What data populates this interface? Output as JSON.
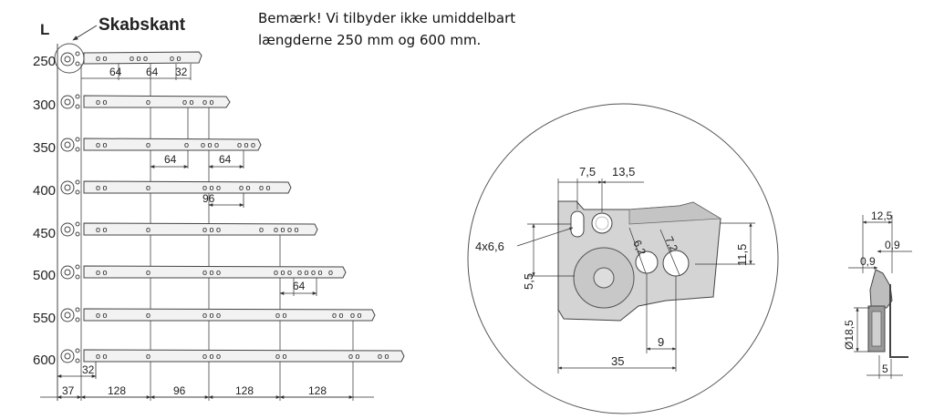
{
  "labels": {
    "side_letter": "L",
    "cabinet_edge": "Skabskant",
    "note_line1": "Bemærk! Vi tilbyder ikke umiddelbart",
    "note_line2": "længderne 250 mm og 600 mm."
  },
  "rails": {
    "lengths": [
      "250",
      "300",
      "350",
      "400",
      "450",
      "500",
      "550",
      "600"
    ],
    "row_dims": {
      "r250": [
        "64",
        "64",
        "32"
      ],
      "r350": [
        "64",
        "64"
      ],
      "r400": [
        "96"
      ],
      "r500": [
        "64"
      ]
    },
    "offset_dim": "32",
    "bottom_dims": [
      "37",
      "128",
      "96",
      "128",
      "128"
    ]
  },
  "detail": {
    "dim_75": "7,5",
    "dim_135": "13,5",
    "dim_4x66": "4x6,6",
    "dim_62": "6,2",
    "dim_72": "7,2",
    "dim_115": "11,5",
    "dim_55": "5,5",
    "dim_9": "9",
    "dim_35": "35"
  },
  "profile": {
    "dim_125": "12,5",
    "dim_09a": "0,9",
    "dim_09b": "0,9",
    "dim_185": "Ø18,5",
    "dim_5": "5"
  },
  "colors": {
    "rail_fill": "#f2f2f2",
    "rail_stroke": "#444444",
    "line": "#333333",
    "part_fill": "#d4d4d4",
    "dark_part": "#9a9a9a"
  }
}
